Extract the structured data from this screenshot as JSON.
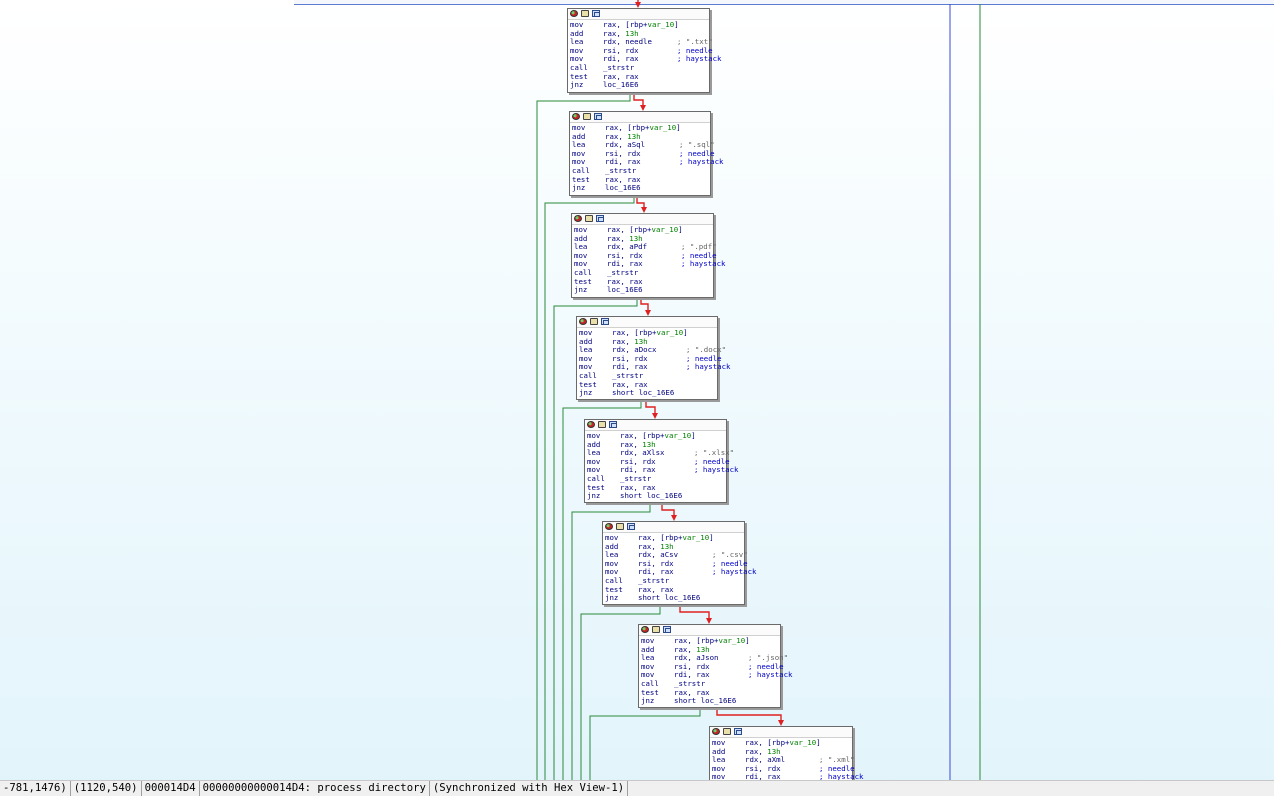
{
  "status_bar": {
    "cursor": "-781,1476)",
    "coords": "(1120,540)",
    "offset": "000014D4",
    "address_info": "00000000000014D4: process directory",
    "sync": "(Synchronized with Hex View-1)"
  },
  "header_icons": [
    "node-color-icon",
    "rename-node-icon",
    "group-nodes-icon"
  ],
  "colors": {
    "branch_taken": "#2a8a3a",
    "branch_not_taken": "#e02020",
    "flow_line": "#3a4ad8",
    "mnemonic": "#000080",
    "variable": "#008000",
    "comment": "#0000c8",
    "string_comment": "#646464"
  },
  "blocks": [
    {
      "lines": [
        {
          "m": "mov",
          "o": "rax, [rbp+var_10]",
          "c": ""
        },
        {
          "m": "add",
          "o": "rax, 13h",
          "c": ""
        },
        {
          "m": "lea",
          "o": "rdx, needle",
          "c": "; \".txt\""
        },
        {
          "m": "mov",
          "o": "rsi, rdx",
          "c": "; needle"
        },
        {
          "m": "mov",
          "o": "rdi, rax",
          "c": "; haystack"
        },
        {
          "m": "call",
          "o": "_strstr",
          "c": ""
        },
        {
          "m": "test",
          "o": "rax, rax",
          "c": ""
        },
        {
          "m": "jnz",
          "o": "loc_16E6",
          "c": ""
        }
      ]
    },
    {
      "lines": [
        {
          "m": "mov",
          "o": "rax, [rbp+var_10]",
          "c": ""
        },
        {
          "m": "add",
          "o": "rax, 13h",
          "c": ""
        },
        {
          "m": "lea",
          "o": "rdx, aSql",
          "c": "; \".sql\""
        },
        {
          "m": "mov",
          "o": "rsi, rdx",
          "c": "; needle"
        },
        {
          "m": "mov",
          "o": "rdi, rax",
          "c": "; haystack"
        },
        {
          "m": "call",
          "o": "_strstr",
          "c": ""
        },
        {
          "m": "test",
          "o": "rax, rax",
          "c": ""
        },
        {
          "m": "jnz",
          "o": "loc_16E6",
          "c": ""
        }
      ]
    },
    {
      "lines": [
        {
          "m": "mov",
          "o": "rax, [rbp+var_10]",
          "c": ""
        },
        {
          "m": "add",
          "o": "rax, 13h",
          "c": ""
        },
        {
          "m": "lea",
          "o": "rdx, aPdf",
          "c": "; \".pdf\""
        },
        {
          "m": "mov",
          "o": "rsi, rdx",
          "c": "; needle"
        },
        {
          "m": "mov",
          "o": "rdi, rax",
          "c": "; haystack"
        },
        {
          "m": "call",
          "o": "_strstr",
          "c": ""
        },
        {
          "m": "test",
          "o": "rax, rax",
          "c": ""
        },
        {
          "m": "jnz",
          "o": "loc_16E6",
          "c": ""
        }
      ]
    },
    {
      "lines": [
        {
          "m": "mov",
          "o": "rax, [rbp+var_10]",
          "c": ""
        },
        {
          "m": "add",
          "o": "rax, 13h",
          "c": ""
        },
        {
          "m": "lea",
          "o": "rdx, aDocx",
          "c": "; \".docx\""
        },
        {
          "m": "mov",
          "o": "rsi, rdx",
          "c": "; needle"
        },
        {
          "m": "mov",
          "o": "rdi, rax",
          "c": "; haystack"
        },
        {
          "m": "call",
          "o": "_strstr",
          "c": ""
        },
        {
          "m": "test",
          "o": "rax, rax",
          "c": ""
        },
        {
          "m": "jnz",
          "o": "short loc_16E6",
          "c": ""
        }
      ]
    },
    {
      "lines": [
        {
          "m": "mov",
          "o": "rax, [rbp+var_10]",
          "c": ""
        },
        {
          "m": "add",
          "o": "rax, 13h",
          "c": ""
        },
        {
          "m": "lea",
          "o": "rdx, aXlsx",
          "c": "; \".xlsx\""
        },
        {
          "m": "mov",
          "o": "rsi, rdx",
          "c": "; needle"
        },
        {
          "m": "mov",
          "o": "rdi, rax",
          "c": "; haystack"
        },
        {
          "m": "call",
          "o": "_strstr",
          "c": ""
        },
        {
          "m": "test",
          "o": "rax, rax",
          "c": ""
        },
        {
          "m": "jnz",
          "o": "short loc_16E6",
          "c": ""
        }
      ]
    },
    {
      "lines": [
        {
          "m": "mov",
          "o": "rax, [rbp+var_10]",
          "c": ""
        },
        {
          "m": "add",
          "o": "rax, 13h",
          "c": ""
        },
        {
          "m": "lea",
          "o": "rdx, aCsv",
          "c": "; \".csv\""
        },
        {
          "m": "mov",
          "o": "rsi, rdx",
          "c": "; needle"
        },
        {
          "m": "mov",
          "o": "rdi, rax",
          "c": "; haystack"
        },
        {
          "m": "call",
          "o": "_strstr",
          "c": ""
        },
        {
          "m": "test",
          "o": "rax, rax",
          "c": ""
        },
        {
          "m": "jnz",
          "o": "short loc_16E6",
          "c": ""
        }
      ]
    },
    {
      "lines": [
        {
          "m": "mov",
          "o": "rax, [rbp+var_10]",
          "c": ""
        },
        {
          "m": "add",
          "o": "rax, 13h",
          "c": ""
        },
        {
          "m": "lea",
          "o": "rdx, aJson",
          "c": "; \".json\""
        },
        {
          "m": "mov",
          "o": "rsi, rdx",
          "c": "; needle"
        },
        {
          "m": "mov",
          "o": "rdi, rax",
          "c": "; haystack"
        },
        {
          "m": "call",
          "o": "_strstr",
          "c": ""
        },
        {
          "m": "test",
          "o": "rax, rax",
          "c": ""
        },
        {
          "m": "jnz",
          "o": "short loc_16E6",
          "c": ""
        }
      ]
    },
    {
      "lines": [
        {
          "m": "mov",
          "o": "rax, [rbp+var_10]",
          "c": ""
        },
        {
          "m": "add",
          "o": "rax, 13h",
          "c": ""
        },
        {
          "m": "lea",
          "o": "rdx, aXml",
          "c": "; \".xml\""
        },
        {
          "m": "mov",
          "o": "rsi, rdx",
          "c": "; needle"
        },
        {
          "m": "mov",
          "o": "rdi, rax",
          "c": "; haystack"
        }
      ]
    }
  ]
}
